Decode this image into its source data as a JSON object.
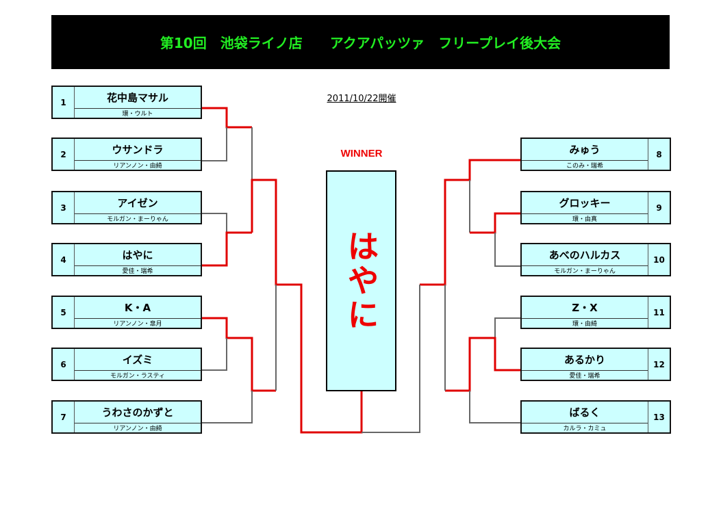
{
  "title": "第10回　池袋ライノ店　　アクアパッツァ　フリープレイ後大会",
  "date": "2011/10/22開催",
  "winner_label": "WINNER",
  "winner": "はやに",
  "left": [
    {
      "seed": "1",
      "name": "花中島マサル",
      "team": "環・ウルト"
    },
    {
      "seed": "2",
      "name": "ウサンドラ",
      "team": "リアンノン・由綺"
    },
    {
      "seed": "3",
      "name": "アイゼン",
      "team": "モルガン・まーりゃん"
    },
    {
      "seed": "4",
      "name": "はやに",
      "team": "愛佳・瑞希"
    },
    {
      "seed": "5",
      "name": "K・A",
      "team": "リアンノン・皐月"
    },
    {
      "seed": "6",
      "name": "イズミ",
      "team": "モルガン・ラスティ"
    },
    {
      "seed": "7",
      "name": "うわさのかずと",
      "team": "リアンノン・由綺"
    }
  ],
  "right": [
    {
      "seed": "8",
      "name": "みゅう",
      "team": "このみ・瑞希"
    },
    {
      "seed": "9",
      "name": "グロッキー",
      "team": "環・由真"
    },
    {
      "seed": "10",
      "name": "あべのハルカス",
      "team": "モルガン・まーりゃん"
    },
    {
      "seed": "11",
      "name": "Z・X",
      "team": "環・由綺"
    },
    {
      "seed": "12",
      "name": "あるかり",
      "team": "愛佳・瑞希"
    },
    {
      "seed": "13",
      "name": "ばるく",
      "team": "カルラ・カミュ"
    }
  ],
  "colors": {
    "win_line": "#e00000",
    "lose_line": "#666666",
    "header_text": "#22ee22",
    "box": "#ccffff"
  }
}
